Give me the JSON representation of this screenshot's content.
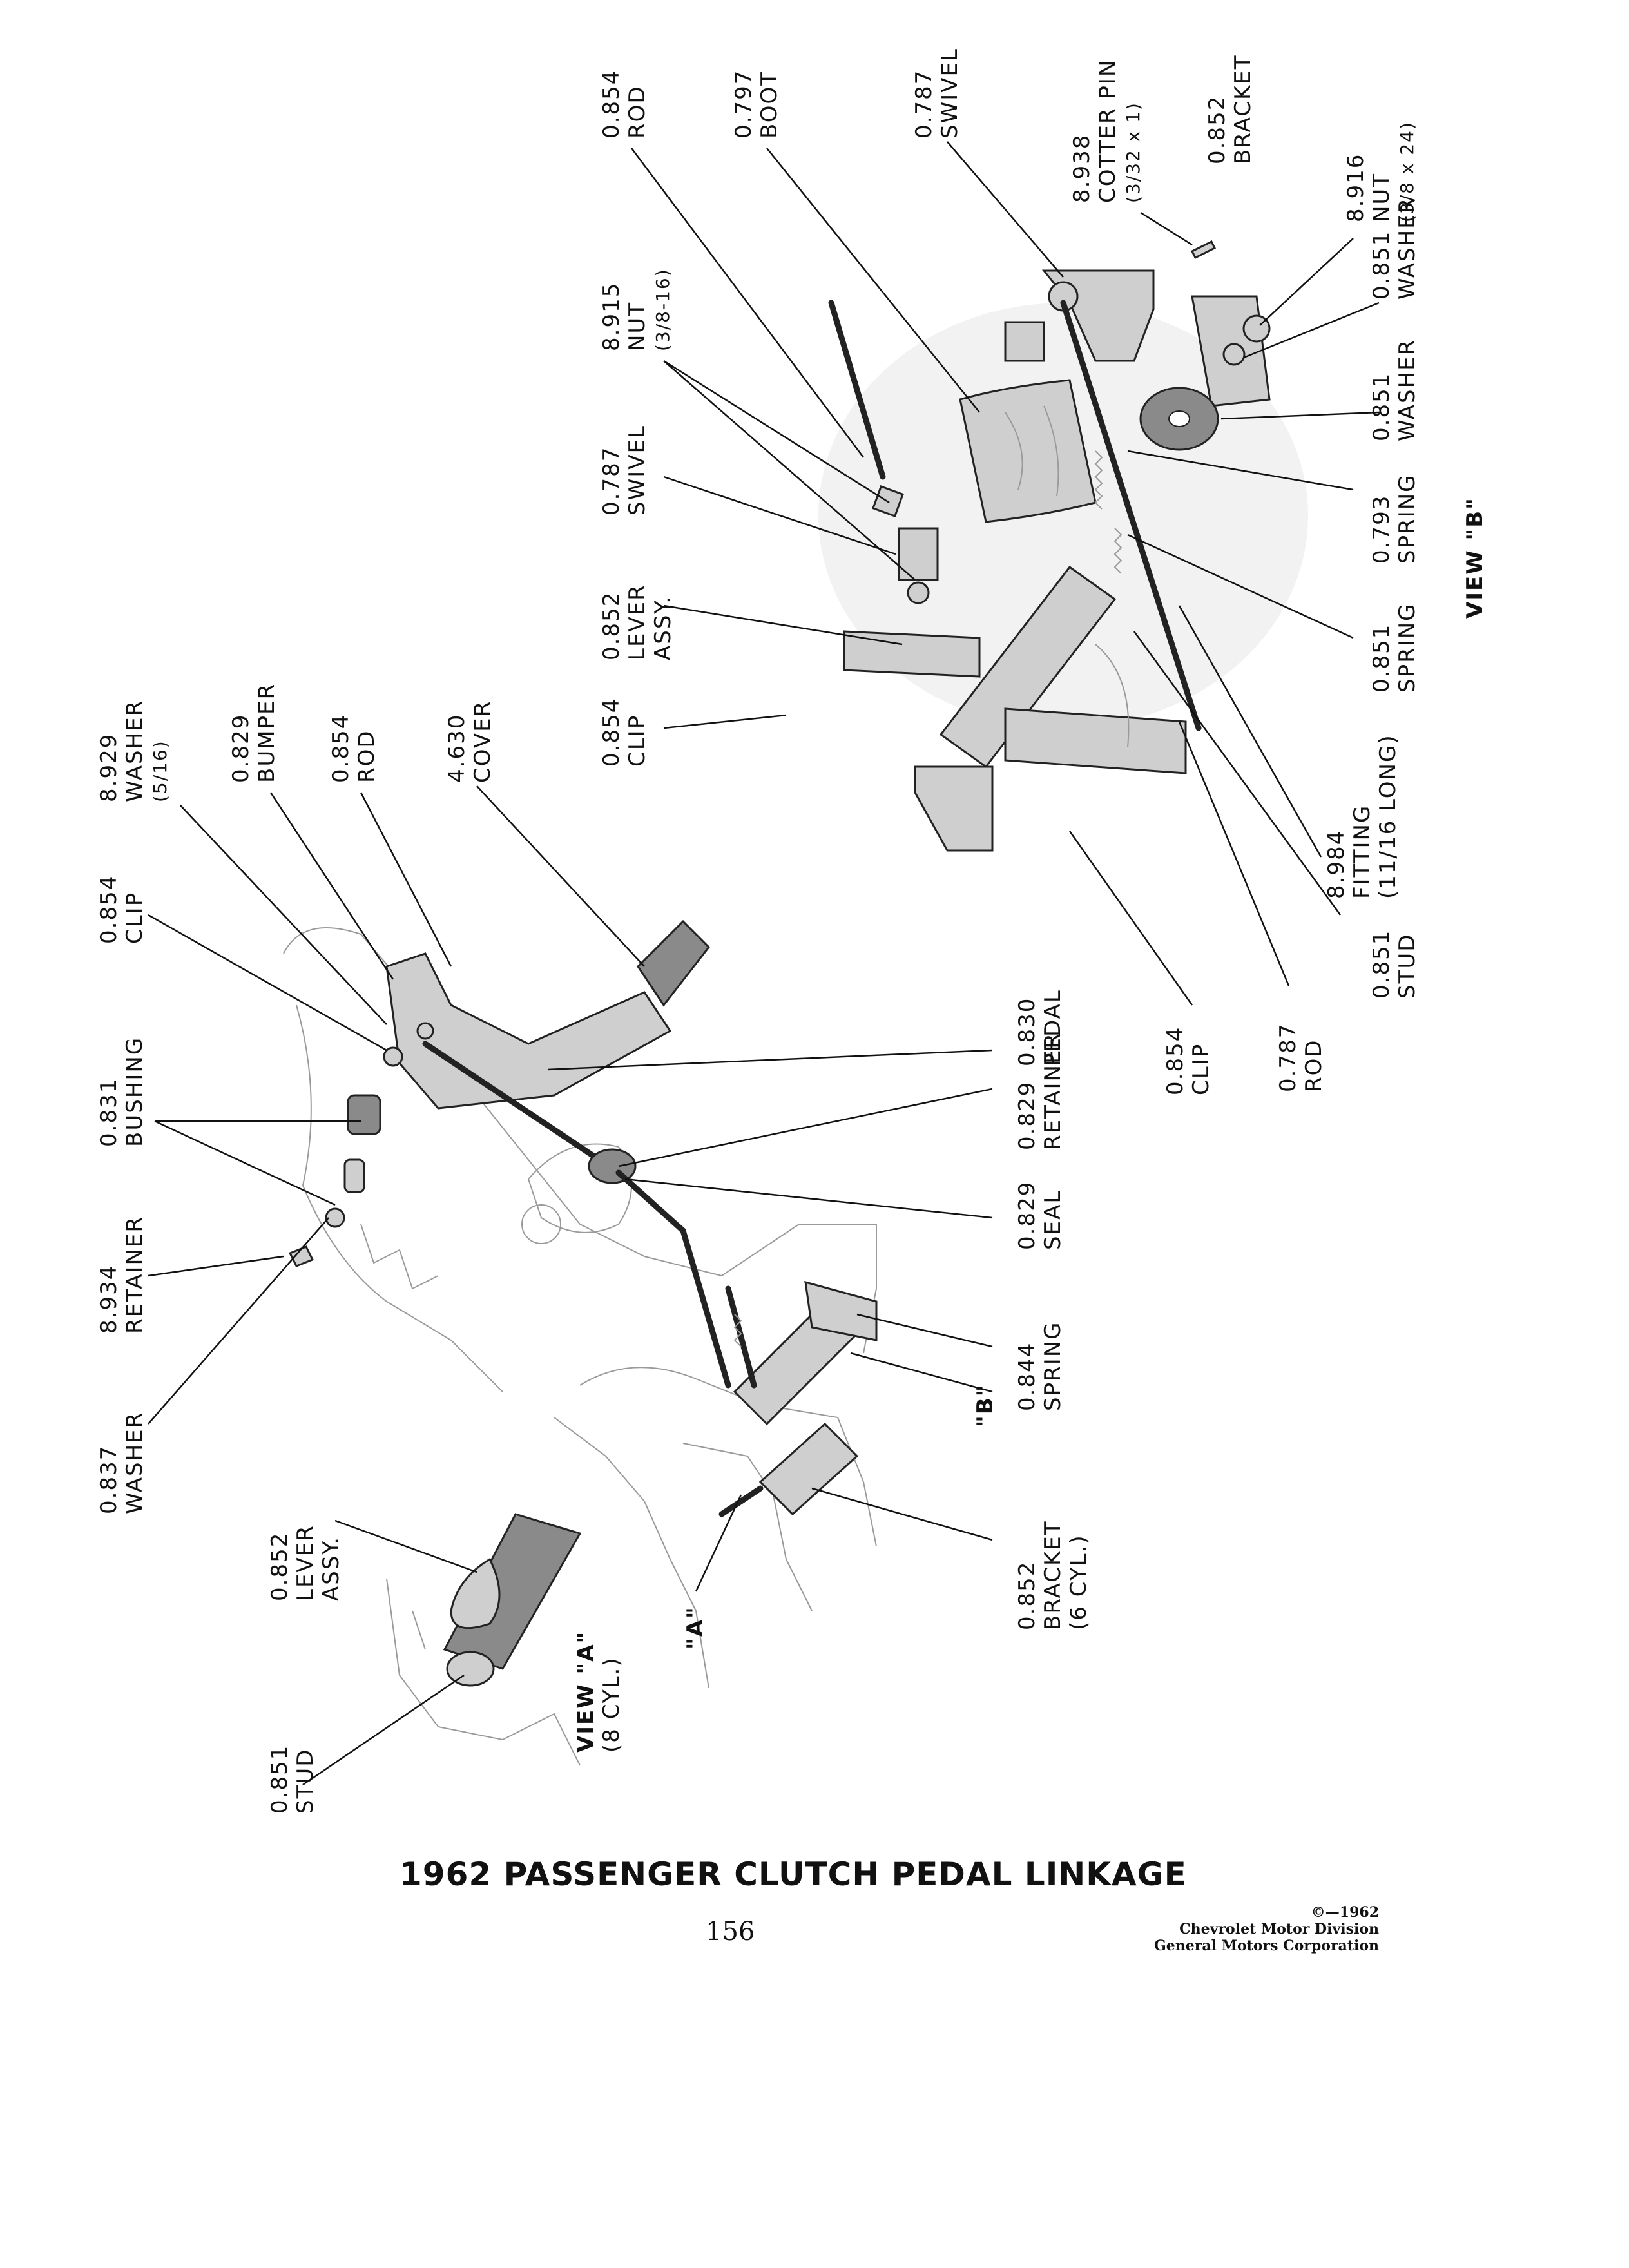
{
  "labels": {
    "l_0854_rod_top": [
      "0.854",
      "ROD"
    ],
    "l_0797_boot": [
      "0.797",
      "BOOT"
    ],
    "l_0787_swivel_top": [
      "0.787",
      "SWIVEL"
    ],
    "l_8938_cotter": [
      "8.938",
      "COTTER PIN",
      "(3/32 x 1)"
    ],
    "l_0852_bracket_top": [
      "0.852",
      "BRACKET"
    ],
    "l_8916_nut": [
      "8.916",
      "NUT",
      "(3/8 x 24)"
    ],
    "l_8915_nut": [
      "8.915",
      "NUT",
      "(3/8-16)"
    ],
    "l_0851_washer_a": [
      "0.851",
      "WASHER"
    ],
    "l_0851_washer_b": [
      "0.851",
      "WASHER"
    ],
    "l_0787_swivel_mid": [
      "0.787",
      "SWIVEL"
    ],
    "l_0793_spring": [
      "0.793",
      "SPRING"
    ],
    "l_0852_lever_assy_top": [
      "0.852",
      "LEVER",
      "ASSY."
    ],
    "l_0851_spring": [
      "0.851",
      "SPRING"
    ],
    "l_0854_clip_mid": [
      "0.854",
      "CLIP"
    ],
    "l_8984_fitting": [
      "8.984",
      "FITTING",
      "(11/16 LONG)"
    ],
    "l_0851_stud_right": [
      "0.851",
      "STUD"
    ],
    "l_0854_clip_right": [
      "0.854",
      "CLIP"
    ],
    "l_0787_rod": [
      "0.787",
      "ROD"
    ],
    "l_8929_washer": [
      "8.929",
      "WASHER",
      "(5/16)"
    ],
    "l_0829_bumper": [
      "0.829",
      "BUMPER"
    ],
    "l_0854_rod_mid": [
      "0.854",
      "ROD"
    ],
    "l_4630_cover": [
      "4.630",
      "COVER"
    ],
    "l_0854_clip_left": [
      "0.854",
      "CLIP"
    ],
    "l_0831_bushing": [
      "0.831",
      "BUSHING"
    ],
    "l_0830_pedal": [
      "0.830",
      "PEDAL"
    ],
    "l_0829_retainer": [
      "0.829",
      "RETAINER"
    ],
    "l_8934_retainer": [
      "8.934",
      "RETAINER"
    ],
    "l_0829_seal": [
      "0.829",
      "SEAL"
    ],
    "l_0837_washer": [
      "0.837",
      "WASHER"
    ],
    "l_0844_spring": [
      "0.844",
      "SPRING"
    ],
    "l_0852_lever_assy_left": [
      "0.852",
      "LEVER",
      "ASSY."
    ],
    "l_0852_bracket_6cyl": [
      "0.852",
      "BRACKET",
      "(6 CYL.)"
    ],
    "l_0851_stud_left": [
      "0.851",
      "STUD"
    ]
  },
  "view_labels": {
    "view_b": "VIEW \"B\"",
    "view_a": [
      "VIEW \"A\"",
      "(8 CYL.)"
    ],
    "callout_b": "\"B\"",
    "callout_a": "\"A\""
  },
  "caption": {
    "title": "1962 PASSENGER CLUTCH PEDAL LINKAGE",
    "page_number": "156",
    "copyright": [
      "©—1962",
      "Chevrolet Motor Division",
      "General Motors Corporation"
    ]
  }
}
